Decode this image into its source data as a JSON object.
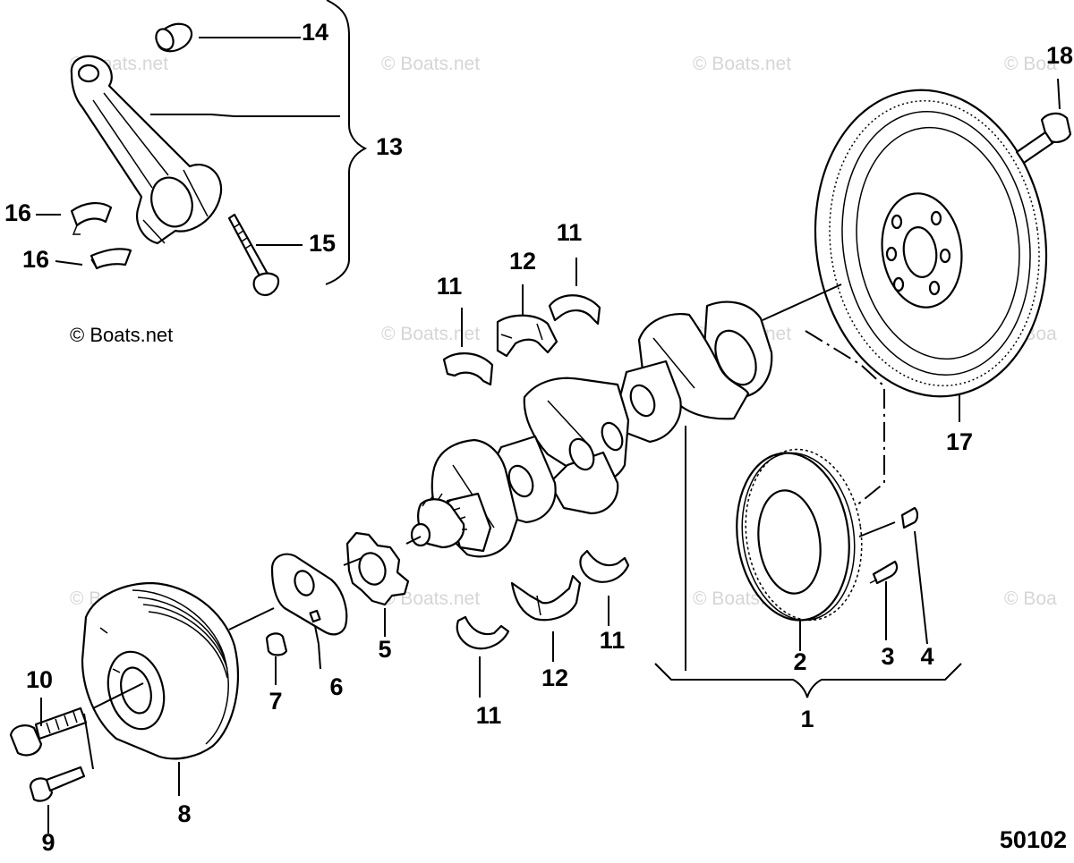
{
  "diagram": {
    "copyright": "© Boats.net",
    "watermark_text": "© Boats.net",
    "watermark_text_clipped": "© Boa",
    "document_number": "50102",
    "callouts": {
      "c1": "1",
      "c2": "2",
      "c3": "3",
      "c4": "4",
      "c5": "5",
      "c6": "6",
      "c7": "7",
      "c8": "8",
      "c9": "9",
      "c10": "10",
      "c11a": "11",
      "c11b": "11",
      "c11c": "11",
      "c11d": "11",
      "c12a": "12",
      "c12b": "12",
      "c13": "13",
      "c14": "14",
      "c15": "15",
      "c16a": "16",
      "c16b": "16",
      "c17": "17",
      "c18": "18"
    }
  }
}
